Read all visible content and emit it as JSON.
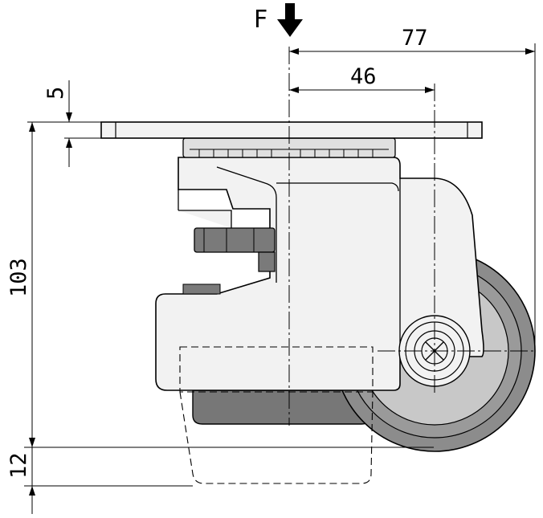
{
  "force": {
    "label": "F"
  },
  "dimensions": {
    "offset_total": "77",
    "offset_axle": "46",
    "plate_thickness": "5",
    "height_total": "103",
    "height_adjust": "12"
  },
  "colors": {
    "line": "#000000",
    "body_fill": "#f2f2f2",
    "dark_part": "#7a7a7a",
    "wheel_tread": "#8a8a8a",
    "wheel_rim": "#bdbdbd"
  }
}
